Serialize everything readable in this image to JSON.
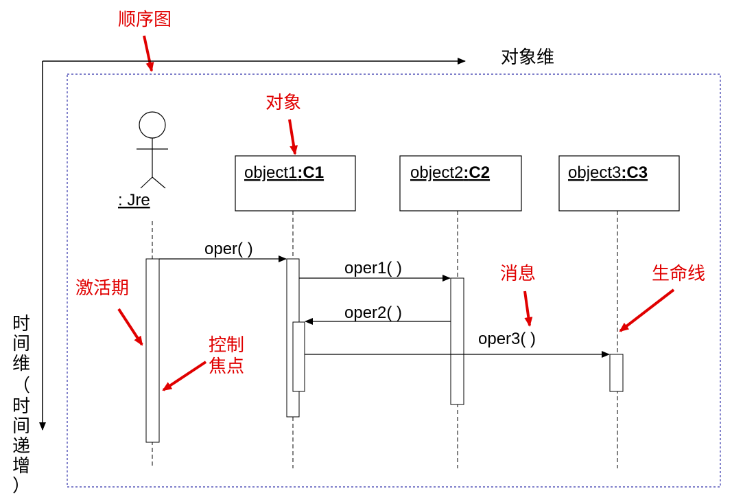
{
  "title": "顺序图",
  "axes": {
    "object_axis": "对象维",
    "time_axis": [
      "时",
      "间",
      "维",
      "（",
      "时",
      "间",
      "递",
      "增",
      "）"
    ]
  },
  "actor": {
    "label": ": Jre"
  },
  "objects": [
    {
      "name": "object1",
      "class": "C1"
    },
    {
      "name": "object2",
      "class": "C2"
    },
    {
      "name": "object3",
      "class": "C3"
    }
  ],
  "messages": [
    {
      "label": "oper( )"
    },
    {
      "label": "oper1( )"
    },
    {
      "label": "oper2( )"
    },
    {
      "label": "oper3( )"
    }
  ],
  "annotations": {
    "object": "对象",
    "activation": "激活期",
    "focus_line1": "控制",
    "focus_line2": "焦点",
    "message": "消息",
    "lifeline": "生命线"
  },
  "colors": {
    "annotation": "#e00000",
    "frame": "#3333aa"
  }
}
